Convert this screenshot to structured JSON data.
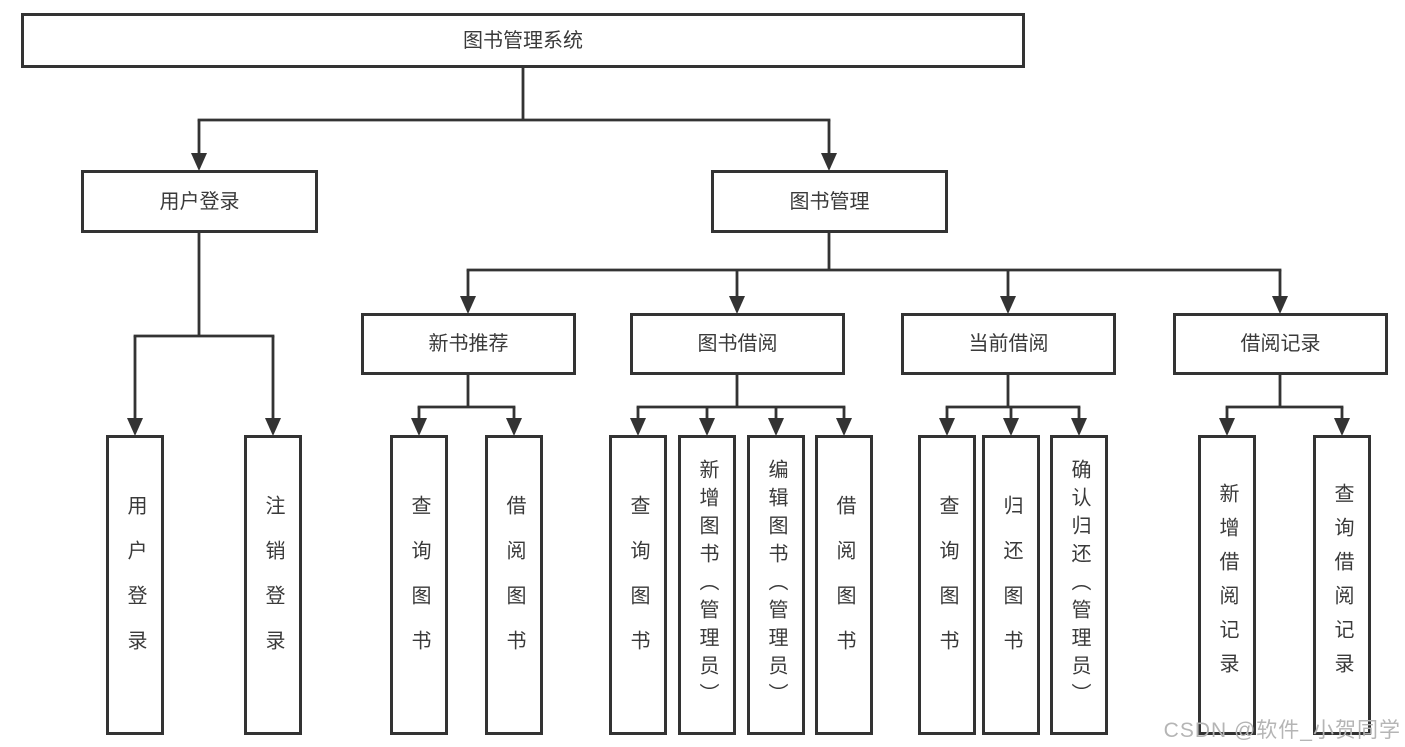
{
  "diagram": {
    "root": {
      "label": "图书管理系统",
      "children": [
        {
          "label": "用户登录",
          "children": [
            {
              "label": "用户登录"
            },
            {
              "label": "注销登录"
            }
          ]
        },
        {
          "label": "图书管理",
          "children": [
            {
              "label": "新书推荐",
              "children": [
                {
                  "label": "查询图书"
                },
                {
                  "label": "借阅图书"
                }
              ]
            },
            {
              "label": "图书借阅",
              "children": [
                {
                  "label": "查询图书"
                },
                {
                  "label": "新增图书（管理员）"
                },
                {
                  "label": "编辑图书（管理员）"
                },
                {
                  "label": "借阅图书"
                }
              ]
            },
            {
              "label": "当前借阅",
              "children": [
                {
                  "label": "查询图书"
                },
                {
                  "label": "归还图书"
                },
                {
                  "label": "确认归还（管理员）"
                }
              ]
            },
            {
              "label": "借阅记录",
              "children": [
                {
                  "label": "新增借阅记录"
                },
                {
                  "label": "查询借阅记录"
                }
              ]
            }
          ]
        }
      ]
    }
  },
  "watermark": {
    "text": "CSDN @软件_小贺同学"
  },
  "colors": {
    "line": "#333333",
    "text": "#3a3a3a",
    "watermark": "#b5b5b5",
    "background": "#ffffff"
  }
}
